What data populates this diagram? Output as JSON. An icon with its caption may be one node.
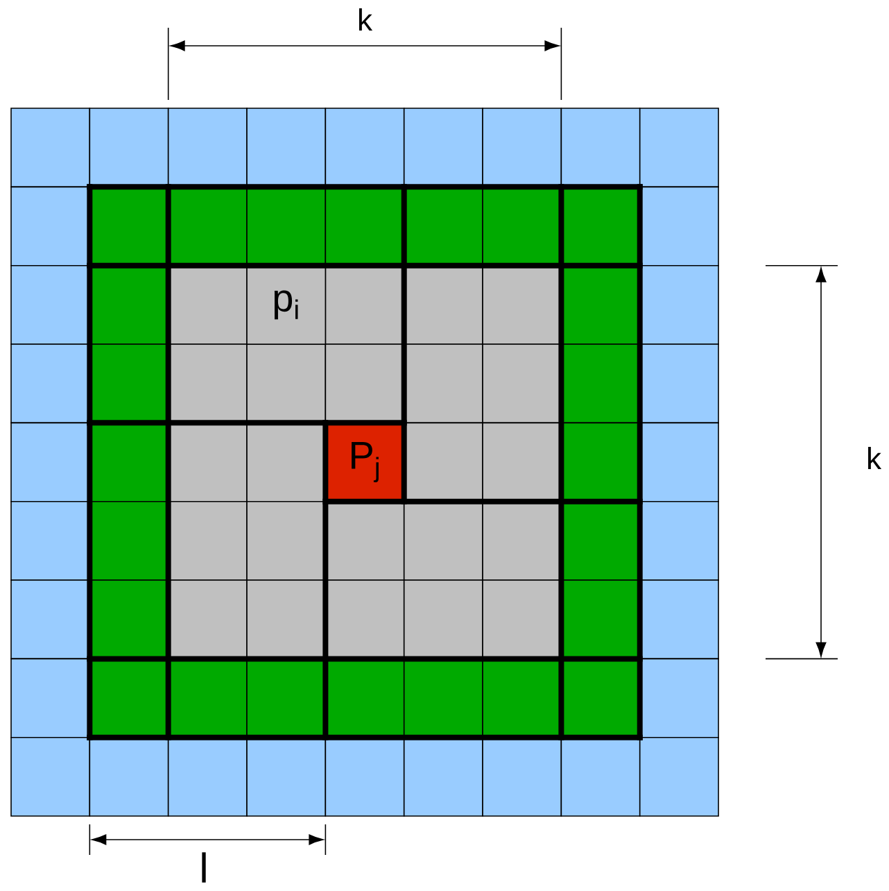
{
  "diagram": {
    "nodes": [
      {
        "text": [
          "p$_{i}$"
        ]
      },
      {
        "text": [
          "P$_{j}$"
        ]
      }
    ],
    "labels": [
      "k",
      "k",
      "l"
    ]
  }
}
